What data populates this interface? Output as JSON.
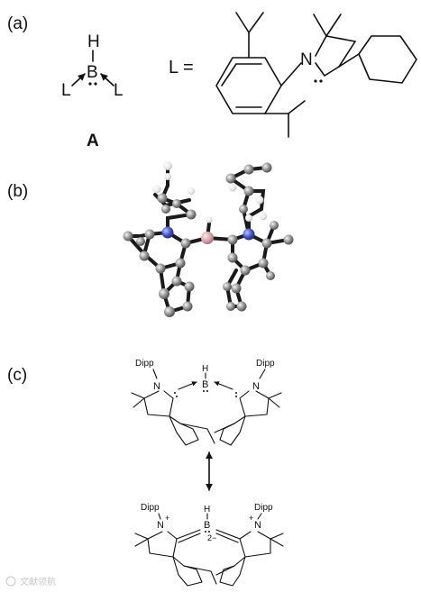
{
  "panels": {
    "a": {
      "label": "(a)",
      "compound_A": {
        "top": "H",
        "center": "B",
        "left": "L",
        "right": "L",
        "caption": "A"
      },
      "ligand": {
        "prefix": "L =",
        "nitrogen": "N"
      }
    },
    "b": {
      "label": "(b)",
      "atom_colors": {
        "carbon": "#8a8a8a",
        "hydrogen": "#e8e8e8",
        "nitrogen": "#3c4fc8",
        "boron": "#d8a0a6"
      }
    },
    "c": {
      "label": "(c)",
      "top_structure": {
        "left_substituent": "Dipp",
        "right_substituent": "Dipp",
        "left_n": "N",
        "right_n": "N",
        "center_h": "H",
        "center_b": "B"
      },
      "bottom_structure": {
        "left_substituent": "Dipp",
        "right_substituent": "Dipp",
        "left_n": "N",
        "right_n": "N",
        "left_charge": "+",
        "right_charge": "+",
        "center_h": "H",
        "center_b": "B",
        "center_charge": "2−"
      }
    }
  },
  "watermark": {
    "text": "文献领航"
  }
}
